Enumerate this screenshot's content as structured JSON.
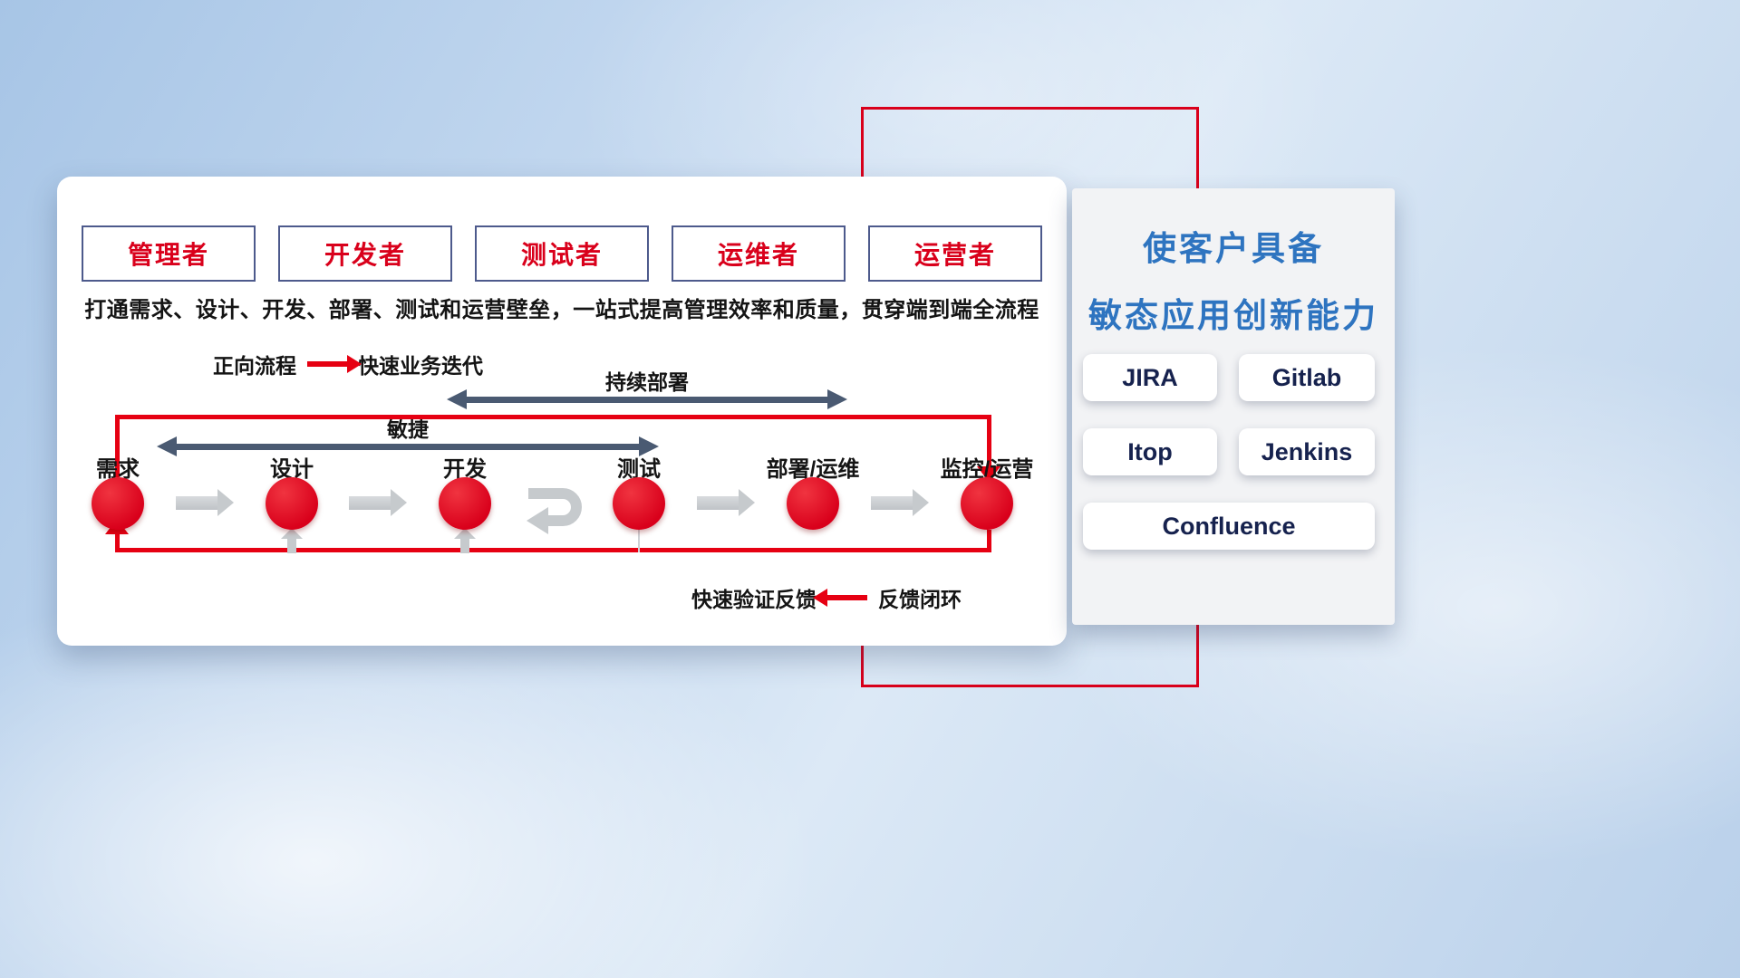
{
  "roles": [
    {
      "label": "管理者"
    },
    {
      "label": "开发者"
    },
    {
      "label": "测试者"
    },
    {
      "label": "运维者"
    },
    {
      "label": "运营者"
    }
  ],
  "headline": "打通需求、设计、开发、部署、测试和运营壁垒，一站式提高管理效率和质量，贯穿端到端全流程",
  "forward_legend": {
    "label": "正向流程",
    "desc": "快速业务迭代"
  },
  "span_labels": {
    "continuous_deployment": "持续部署",
    "agile": "敏捷"
  },
  "stages": [
    {
      "label": "需求"
    },
    {
      "label": "设计"
    },
    {
      "label": "开发"
    },
    {
      "label": "测试"
    },
    {
      "label": "部署/运维"
    },
    {
      "label": "监控/运营"
    }
  ],
  "feedback_legend": {
    "label": "快速验证反馈",
    "desc": "反馈闭环"
  },
  "right_panel": {
    "title_line1": "使客户具备",
    "title_line2": "敏态应用创新能力",
    "tools": [
      {
        "name": "JIRA"
      },
      {
        "name": "Gitlab"
      },
      {
        "name": "Itop"
      },
      {
        "name": "Jenkins"
      },
      {
        "name": "Confluence"
      }
    ]
  },
  "colors": {
    "accent_red": "#e60012",
    "frame_red": "#d9001b",
    "title_blue": "#2e74c0",
    "tool_text_navy": "#16224e",
    "span_arrow_slate": "#4a5a72",
    "flow_arrow_gray": "#c6cacd"
  }
}
